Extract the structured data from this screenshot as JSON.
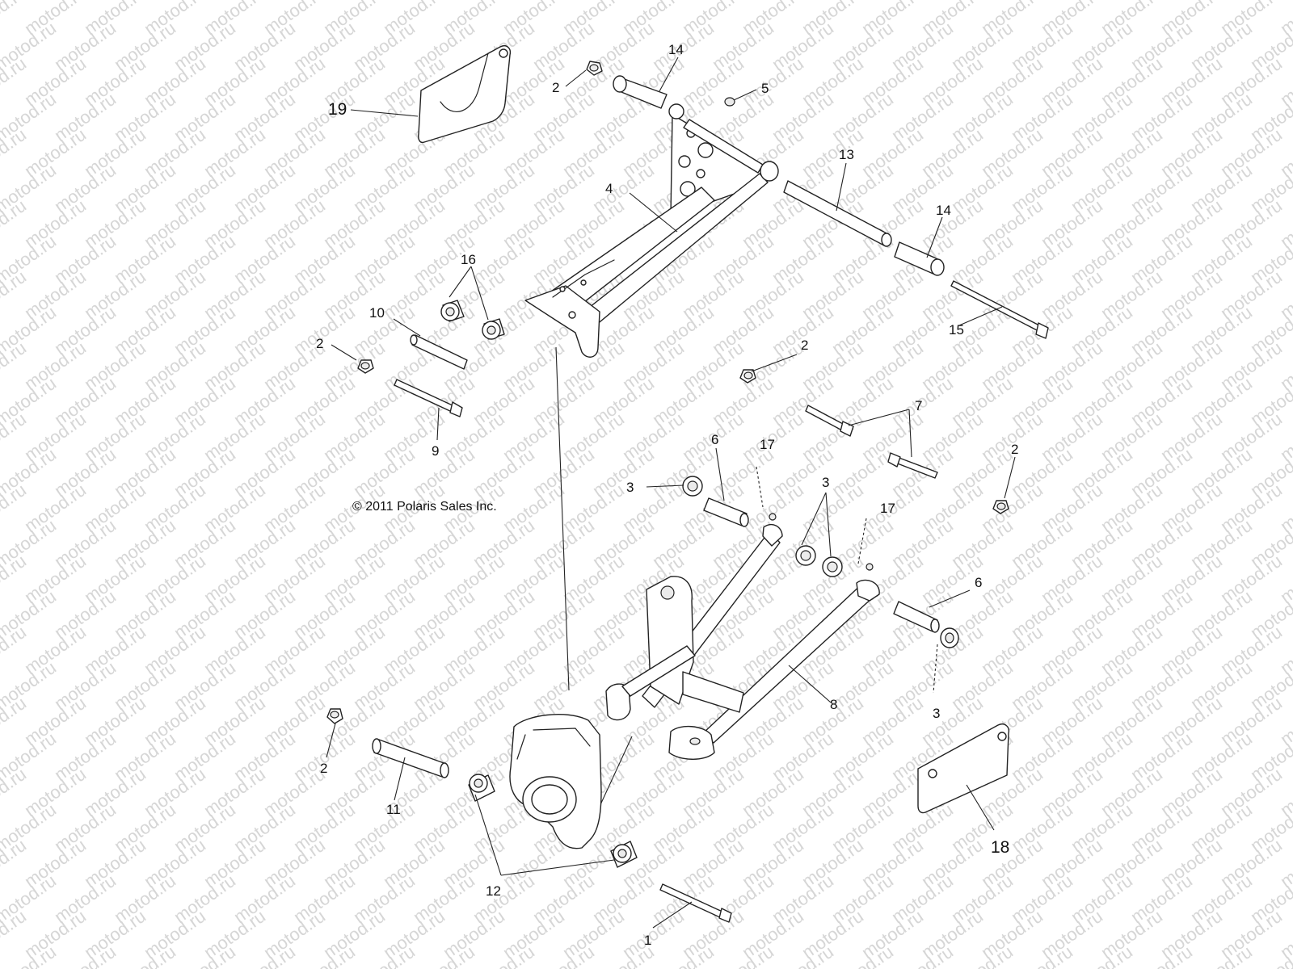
{
  "watermark": "motod.ru",
  "copyright": "© 2011 Polaris Sales Inc.",
  "callouts": {
    "c1": "1",
    "c2a": "2",
    "c2b": "2",
    "c2c": "2",
    "c2d": "2",
    "c2e": "2",
    "c3a": "3",
    "c3b": "3",
    "c3c": "3",
    "c4": "4",
    "c5": "5",
    "c6a": "6",
    "c6b": "6",
    "c7": "7",
    "c8": "8",
    "c9": "9",
    "c10": "10",
    "c11": "11",
    "c12": "12",
    "c13": "13",
    "c14a": "14",
    "c14b": "14",
    "c15": "15",
    "c16": "16",
    "c17a": "17",
    "c17b": "17",
    "c18": "18",
    "c19": "19"
  },
  "colors": {
    "line": "#222222",
    "watermark": "#d6d6d6",
    "background": "#ffffff"
  }
}
